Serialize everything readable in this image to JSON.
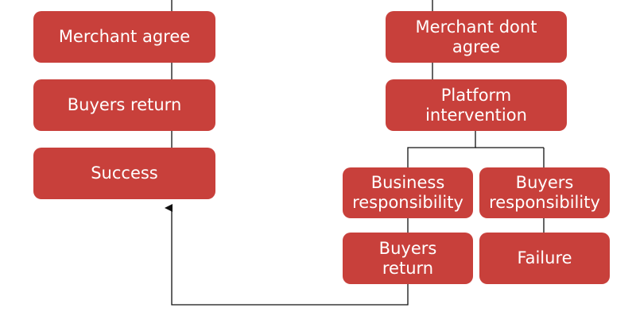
{
  "left_branch": {
    "merchant_agree": "Merchant agree",
    "buyers_return": "Buyers return",
    "success": "Success"
  },
  "right_branch": {
    "merchant_disagree": "Merchant dont\nagree",
    "platform_intervention": "Platform\nintervention",
    "business_responsibility": "Business\nresponsibility",
    "buyers_responsibility": "Buyers\nresponsibility",
    "buyers_return": "Buyers\nreturn",
    "failure": "Failure"
  },
  "colors": {
    "node_fill": "#c8403b",
    "node_text": "#ffffff",
    "connector": "#111111"
  }
}
